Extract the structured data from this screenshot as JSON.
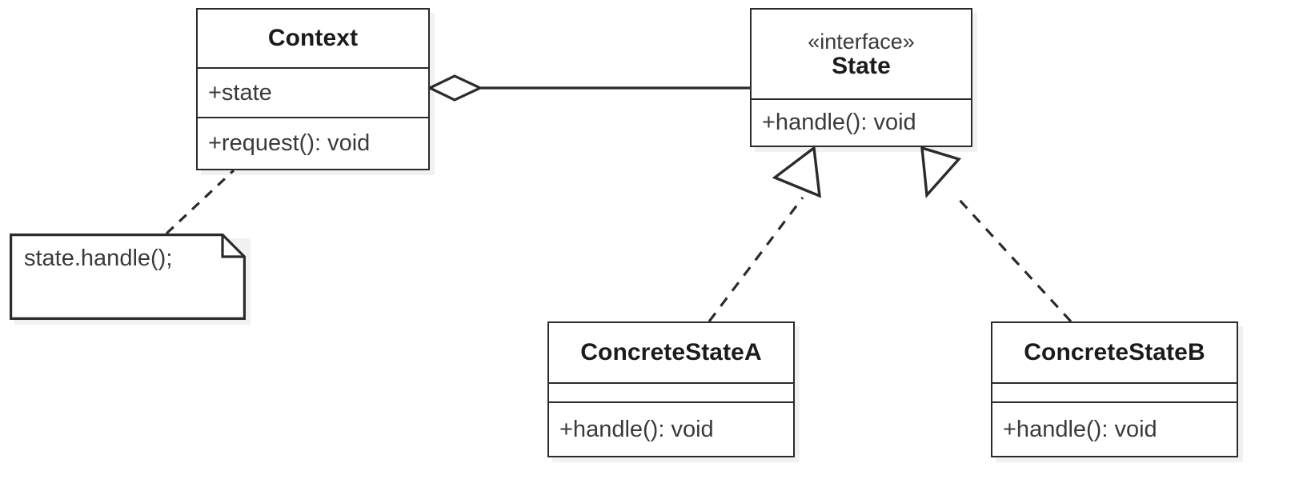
{
  "diagram": {
    "kind": "uml-class-diagram",
    "pattern": "State",
    "background_color": "#ffffff",
    "line_color": "#2b2b2b",
    "text_color": "#3a3a3a"
  },
  "classes": {
    "context": {
      "name": "Context",
      "attributes": [
        "+state"
      ],
      "methods": [
        "+request(): void"
      ]
    },
    "state": {
      "stereotype": "«interface»",
      "name": "State",
      "attributes": [],
      "methods": [
        "+handle(): void"
      ]
    },
    "concrete_state_a": {
      "name": "ConcreteStateA",
      "attributes": [],
      "methods": [
        "+handle(): void"
      ]
    },
    "concrete_state_b": {
      "name": "ConcreteStateB",
      "attributes": [],
      "methods": [
        "+handle(): void"
      ]
    }
  },
  "note": {
    "text": "state.handle();",
    "attached_to": "Context"
  },
  "relationships": [
    {
      "type": "aggregation",
      "from": "Context",
      "to": "State",
      "marker": "hollow-diamond",
      "line": "solid"
    },
    {
      "type": "realization",
      "from": "ConcreteStateA",
      "to": "State",
      "marker": "hollow-triangle",
      "line": "dashed"
    },
    {
      "type": "realization",
      "from": "ConcreteStateB",
      "to": "State",
      "marker": "hollow-triangle",
      "line": "dashed"
    },
    {
      "type": "note-anchor",
      "from": "note",
      "to": "Context",
      "marker": "none",
      "line": "dashed"
    }
  ]
}
